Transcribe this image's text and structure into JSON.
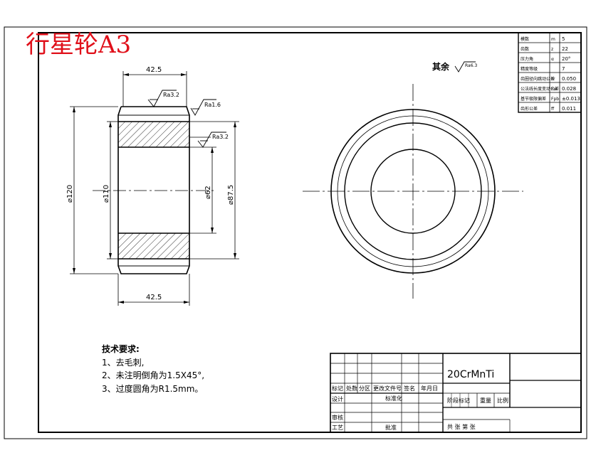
{
  "title": "行星轮A3",
  "colors": {
    "title": "#e0101a",
    "line": "#000000",
    "background": "#ffffff"
  },
  "section_view": {
    "dim_top": "42.5",
    "dim_bottom": "42.5",
    "dia_outer": "⌀120",
    "dia_root": "⌀110",
    "dia_bore": "⌀62",
    "dia_hub": "⌀87.5",
    "rough_top": "Ra3.2",
    "rough_edge": "Ra1.6",
    "rough_bore": "Ra3.2"
  },
  "front_view": {
    "remark": "其余",
    "rough_symbol": "Ra6.3"
  },
  "gear_params": [
    {
      "name": "模数",
      "sym": "m",
      "value": "5"
    },
    {
      "name": "齿数",
      "sym": "z",
      "value": "22"
    },
    {
      "name": "压力角",
      "sym": "α",
      "value": "20°"
    },
    {
      "name": "精度等级",
      "sym": "",
      "value": "7"
    },
    {
      "name": "齿圈径向跳动公差",
      "sym": "Fr",
      "value": "0.050"
    },
    {
      "name": "公法线长度变动公差",
      "sym": "Fw",
      "value": "0.028"
    },
    {
      "name": "基节极限偏差",
      "sym": "Fpb",
      "value": "±0.013"
    },
    {
      "name": "齿形公差",
      "sym": "ff",
      "value": "0.011"
    }
  ],
  "tech_req": {
    "heading": "技术要求:",
    "items": [
      "1、去毛刺,",
      "2、未注明倒角为1.5X45°,",
      "3、过度圆角为R1.5mm。"
    ]
  },
  "title_block": {
    "material": "20CrMnTi",
    "row_labels": [
      "标记",
      "处数",
      "分区",
      "更改文件号",
      "签名",
      "年月日"
    ],
    "design": "设计",
    "standard": "标准化",
    "stage_mark": "阶段标记",
    "weight": "重量",
    "scale": "比例",
    "review": "审核",
    "process": "工艺",
    "approve": "批准",
    "sheets": "共  张 第  张"
  }
}
